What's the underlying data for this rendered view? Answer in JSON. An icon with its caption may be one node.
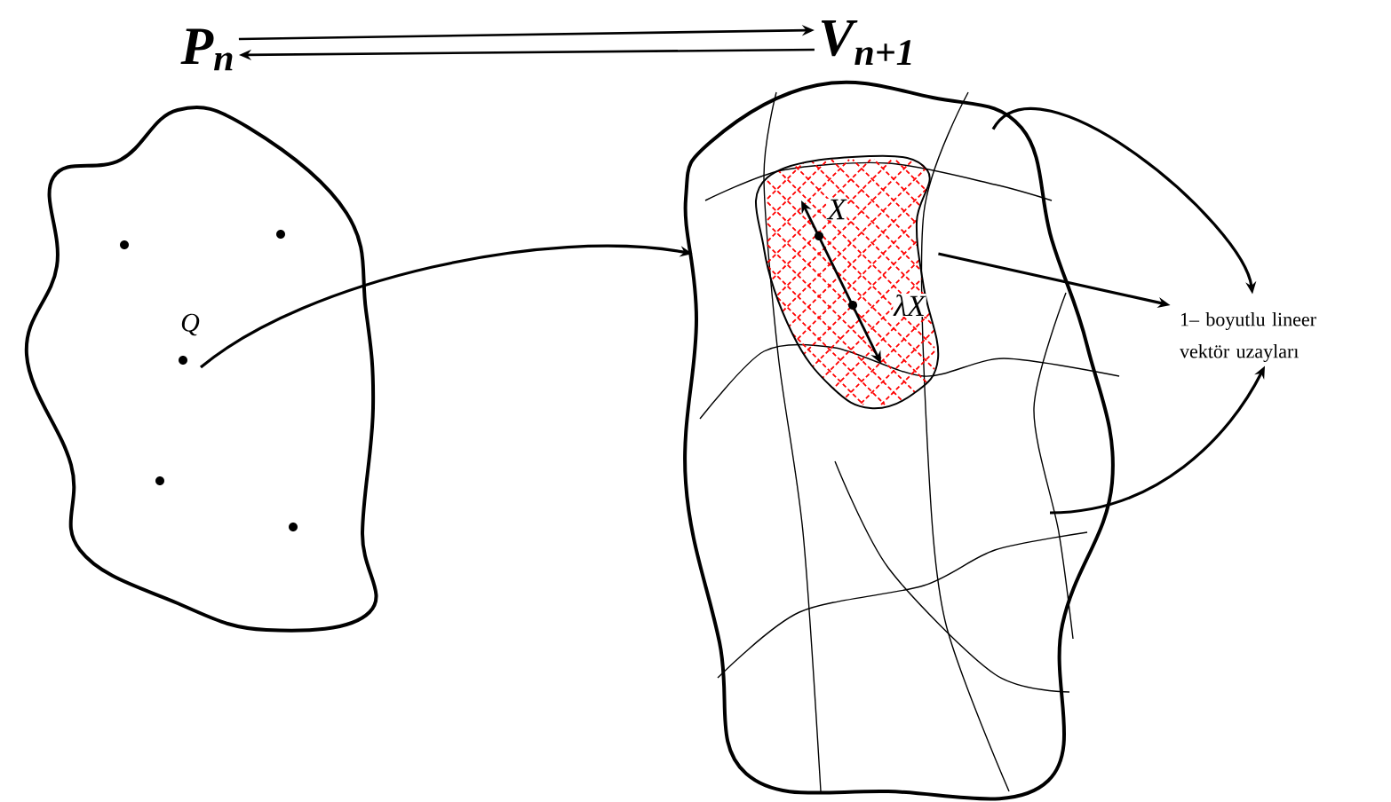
{
  "diagram": {
    "nodes": [
      {
        "text": [
          "P$_{n}$"
        ]
      },
      {
        "text": [
          "V$_{n+1}$"
        ]
      },
      {
        "text": [],
        "shape": "cloud"
      },
      {
        "text": [],
        "shape": "circle",
        "in": 2
      },
      {
        "text": [],
        "shape": "circle",
        "in": 2
      },
      {
        "text": [],
        "shape": "circle",
        "in": 2,
        "beside": [
          "Q"
        ]
      },
      {
        "text": [],
        "shape": "circle",
        "in": 2
      },
      {
        "text": [],
        "shape": "circle",
        "in": 2
      },
      {
        "text": [],
        "shape": "cloud"
      },
      {
        "text": [],
        "shape": "cloud",
        "in": 8
      },
      {
        "text": [
          "1– boyutlu lineer vektör uzayları"
        ]
      }
    ],
    "edges": [
      {
        "from": 0,
        "to": 1,
        "arrow": "to"
      },
      {
        "from": 1,
        "to": 0,
        "arrow": "to"
      },
      {
        "from": 5,
        "to": 8,
        "arrow": "to"
      },
      {
        "from": 9,
        "to": 10,
        "arrow": "to"
      },
      {
        "from": 8,
        "to": 10,
        "arrow": "to"
      },
      {
        "from": 8,
        "to": 10,
        "arrow": "to"
      }
    ],
    "labels": [
      "X",
      "λX"
    ]
  }
}
